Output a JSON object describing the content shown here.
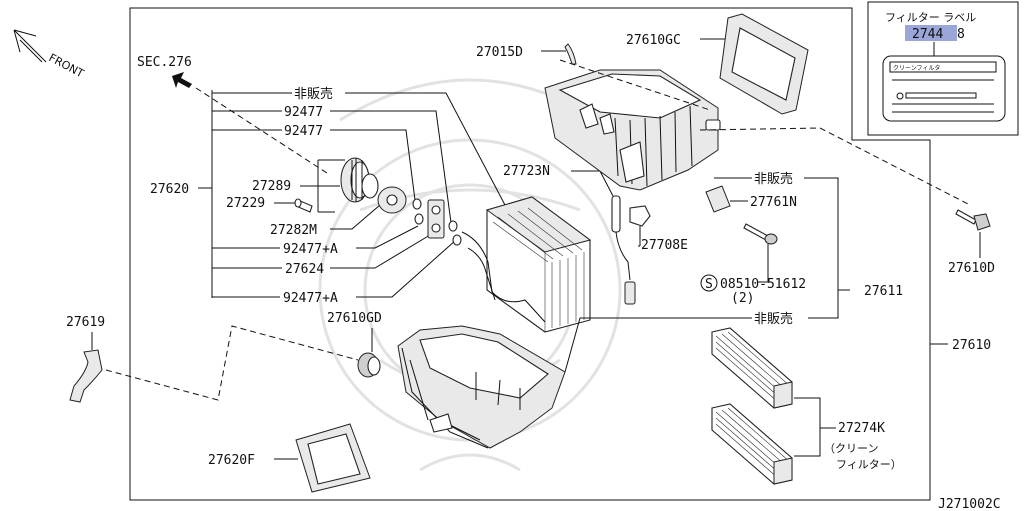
{
  "labels": {
    "front": "FRONT",
    "sec276": "SEC.276",
    "p_hihanbai_1": "非販売",
    "p_hihanbai_2": "非販売",
    "p_hihanbai_3": "非販売",
    "p_92477_a": "92477",
    "p_92477_b": "92477",
    "p_27620": "27620",
    "p_27289": "27289",
    "p_27229": "27229",
    "p_27282M": "27282M",
    "p_92477A_1": "92477+A",
    "p_27624": "27624",
    "p_92477A_2": "92477+A",
    "p_27015D": "27015D",
    "p_27610GC": "27610GC",
    "p_27723N": "27723N",
    "p_27761N": "27761N",
    "p_27708E": "27708E",
    "p_bolt_code": "08510-51612",
    "p_bolt_qty": "(2)",
    "p_bolt_s": "S",
    "p_27611": "27611",
    "p_27610D": "27610D",
    "p_27610": "27610",
    "p_27619": "27619",
    "p_27610GD": "27610GD",
    "p_27274K": "27274K",
    "p_cleanfilter_1": "（クリーン",
    "p_cleanfilter_2": "フィルター）",
    "p_27620F": "27620F",
    "diagram_id": "J271002C"
  },
  "inset": {
    "title": "フィルター ラベル",
    "part_hl": "2744",
    "part_rest": "8",
    "card_text": "クリーンフィルタ"
  }
}
